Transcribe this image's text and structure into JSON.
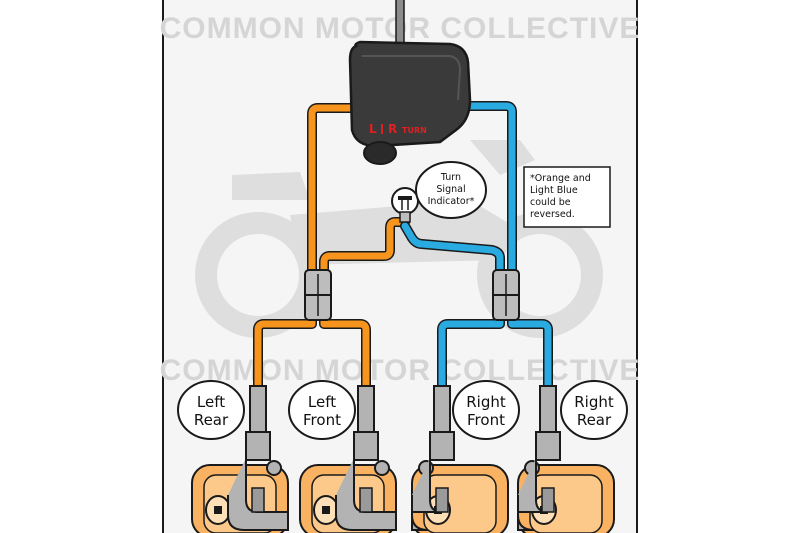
{
  "watermark": {
    "top": "COMMON MOTOR COLLECTIVE",
    "bottom": "COMMON MOTOR COLLECTIVE"
  },
  "switch": {
    "left": "L",
    "right": "R",
    "turn": "TURN"
  },
  "indicator": {
    "line1": "Turn",
    "line2": "Signal",
    "line3": "Indicator*"
  },
  "note": {
    "line1": "*Orange and",
    "line2": "Light Blue",
    "line3": "could be",
    "line4": "reversed."
  },
  "signals": [
    {
      "line1": "Left",
      "line2": "Rear"
    },
    {
      "line1": "Left",
      "line2": "Front"
    },
    {
      "line1": "Right",
      "line2": "Front"
    },
    {
      "line1": "Right",
      "line2": "Rear"
    }
  ],
  "colors": {
    "orange_wire": "#f7941d",
    "blue_wire": "#29abe2",
    "switch_body": "#3a3a3a",
    "switch_text": "#e02020",
    "lamp_amber": "#f9b262",
    "stalk_gray": "#b3b3b3",
    "border": "#1a1a1a"
  }
}
